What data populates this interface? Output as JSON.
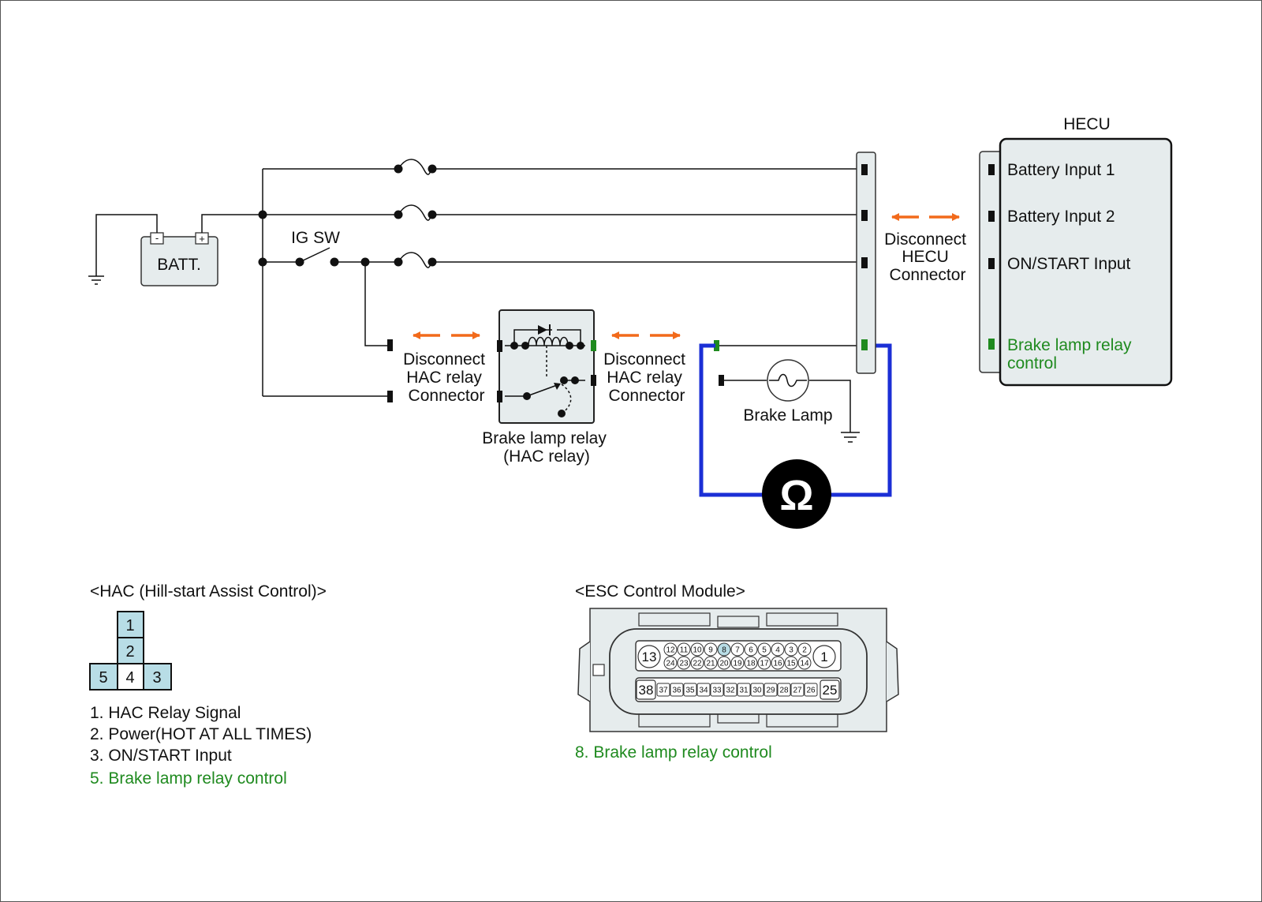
{
  "diagram": {
    "battery": {
      "label": "BATT.",
      "neg": "-",
      "pos": "+"
    },
    "ig_switch": {
      "label": "IG SW"
    },
    "hecu": {
      "title": "HECU",
      "pins": [
        "Battery Input 1",
        "Battery Input 2",
        "ON/START Input"
      ],
      "control_pin": [
        "Brake lamp relay",
        "control"
      ]
    },
    "hecu_disconnect": [
      "Disconnect",
      "HECU",
      "Connector"
    ],
    "hac_disconnect_left": [
      "Disconnect",
      "HAC relay",
      "Connector"
    ],
    "hac_disconnect_right": [
      "Disconnect",
      "HAC relay",
      "Connector"
    ],
    "relay": {
      "label": [
        "Brake lamp relay",
        "(HAC relay)"
      ]
    },
    "brake_lamp": {
      "label": "Brake Lamp"
    },
    "ohmmeter": {
      "symbol": "Ω"
    },
    "colors": {
      "wire": "#111111",
      "meter_loop": "#1b2fd6",
      "arrow": "#f26a1b",
      "green": "#1f8a1f",
      "pin_fill": "#b8dde6",
      "box_fill": "#e6eced"
    }
  },
  "hac_connector": {
    "title": "<HAC (Hill-start Assist Control)>",
    "pins": {
      "p1": "1",
      "p2": "2",
      "p3": "3",
      "p4": "4",
      "p5": "5"
    },
    "legend": [
      "1. HAC Relay Signal",
      "2. Power(HOT AT ALL TIMES)",
      "3. ON/START Input"
    ],
    "legend_highlight": "5. Brake lamp relay control"
  },
  "esc_connector": {
    "title": "<ESC Control Module>",
    "big_pins": {
      "top_left": "13",
      "top_right": "1",
      "bottom_left": "38",
      "bottom_right": "25"
    },
    "row1": [
      "12",
      "11",
      "10",
      "9",
      "8",
      "7",
      "6",
      "5",
      "4",
      "3",
      "2"
    ],
    "row2": [
      "24",
      "23",
      "22",
      "21",
      "20",
      "19",
      "18",
      "17",
      "16",
      "15",
      "14"
    ],
    "row3": [
      "37",
      "36",
      "35",
      "34",
      "33",
      "32",
      "31",
      "30",
      "29",
      "28",
      "27",
      "26"
    ],
    "highlight_pin": "8",
    "legend_highlight": "8. Brake lamp relay control"
  }
}
